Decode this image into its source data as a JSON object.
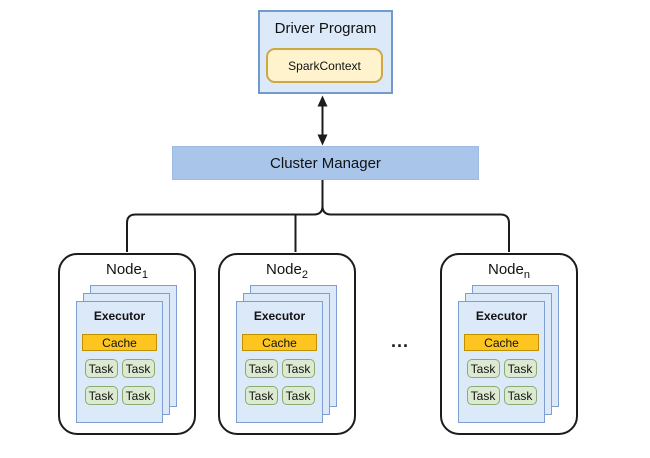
{
  "driver": {
    "title": "Driver Program",
    "spark_context_label": "SparkContext"
  },
  "cluster_manager": {
    "label": "Cluster Manager"
  },
  "ellipsis": "...",
  "nodes": [
    {
      "name": "Node",
      "subscript": "1",
      "executor": {
        "title": "Executor",
        "cache_label": "Cache",
        "tasks": [
          "Task",
          "Task",
          "Task",
          "Task"
        ]
      }
    },
    {
      "name": "Node",
      "subscript": "2",
      "executor": {
        "title": "Executor",
        "cache_label": "Cache",
        "tasks": [
          "Task",
          "Task",
          "Task",
          "Task"
        ]
      }
    },
    {
      "name": "Node",
      "subscript": "n",
      "executor": {
        "title": "Executor",
        "cache_label": "Cache",
        "tasks": [
          "Task",
          "Task",
          "Task",
          "Task"
        ]
      }
    }
  ],
  "colors": {
    "driver_fill": "#dbe9f9",
    "driver_border": "#739acc",
    "spark_context_fill": "#fff3cd",
    "spark_context_border": "#cfa842",
    "cluster_manager_fill": "#a9c6ea",
    "executor_fill": "#dbe9f9",
    "executor_border": "#7e9dd1",
    "cache_fill": "#fdc520",
    "cache_border": "#bf9000",
    "task_fill": "#dcead2",
    "task_border": "#8aac72",
    "connector_line": "#1c1c1c"
  }
}
